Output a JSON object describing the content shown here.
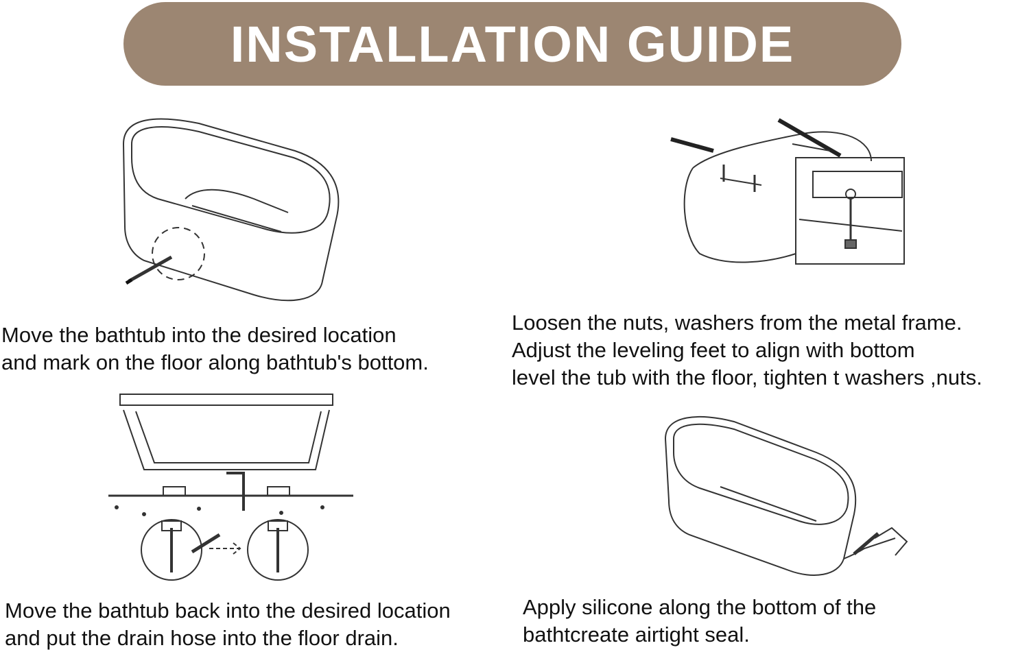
{
  "header": {
    "title": "INSTALLATION GUIDE"
  },
  "colors": {
    "banner": "#9c8672",
    "banner_text": "#ffffff",
    "line": "#333333"
  },
  "steps": [
    {
      "illustration": "bathtub-marking-icon",
      "lines": [
        "Move the bathtub into the desired location",
        "and mark on the floor along bathtub's bottom."
      ]
    },
    {
      "illustration": "leveling-frame-icon",
      "lines": [
        "Loosen the nuts, washers from the metal frame.",
        "Adjust the leveling feet to align with bottom",
        "level the tub with the floor, tighten t washers ,nuts."
      ]
    },
    {
      "illustration": "drain-hose-icon",
      "lines": [
        "Move the bathtub back into the desired location",
        "and put the drain hose into the floor drain."
      ]
    },
    {
      "illustration": "silicone-seal-icon",
      "lines": [
        "Apply silicone along the bottom of the",
        "bathtcreate airtight seal."
      ]
    }
  ]
}
